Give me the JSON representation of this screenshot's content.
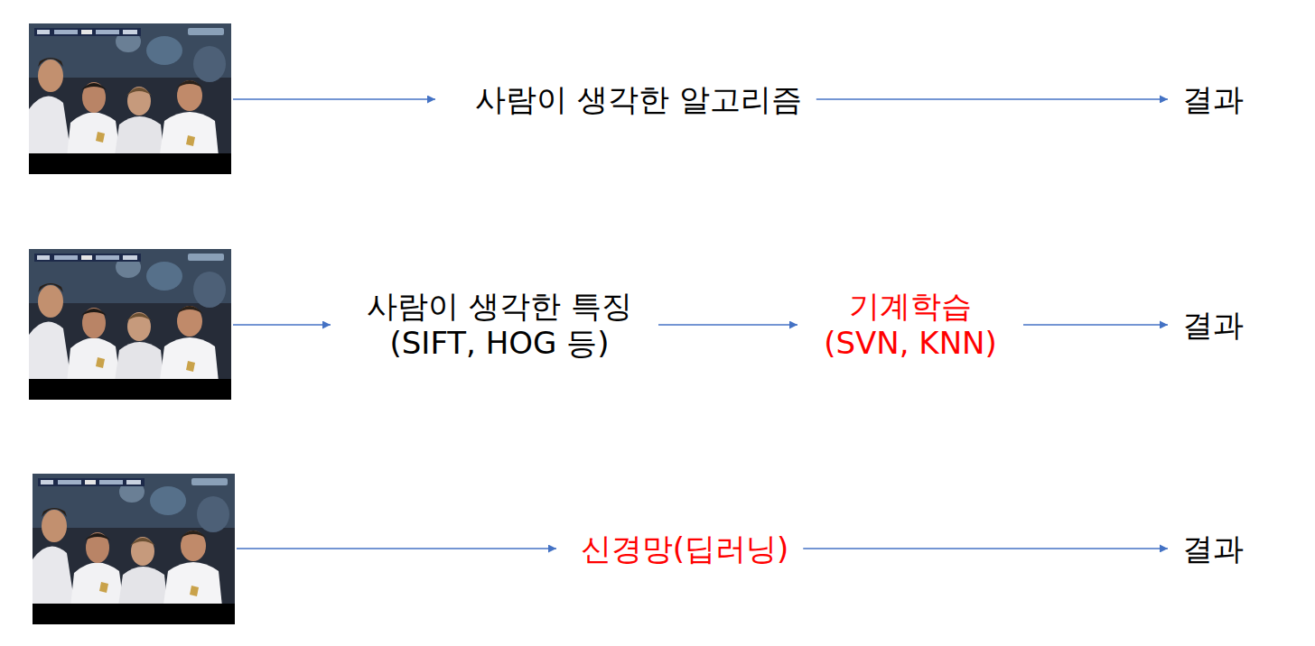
{
  "diagram": {
    "nodes": [
      {
        "text": [
          "사람이 생각한 알고리즘"
        ]
      },
      {
        "text": [
          "결과"
        ]
      },
      {
        "text": [
          "사람이 생각한 특징 (SIFT, HOG 등)"
        ]
      },
      {
        "text": [
          "기계학습 (SVN, KNN)"
        ]
      },
      {
        "text": [
          "결과"
        ]
      },
      {
        "text": [
          "신경망(딥러닝)"
        ]
      },
      {
        "text": [
          "결과"
        ]
      }
    ],
    "edges": [
      {
        "from": 0,
        "to": 1,
        "arrow": "to"
      },
      {
        "from": 2,
        "to": 3,
        "arrow": "to"
      },
      {
        "from": 3,
        "to": 4,
        "arrow": "to"
      },
      {
        "from": 5,
        "to": 6,
        "arrow": "to"
      }
    ]
  }
}
